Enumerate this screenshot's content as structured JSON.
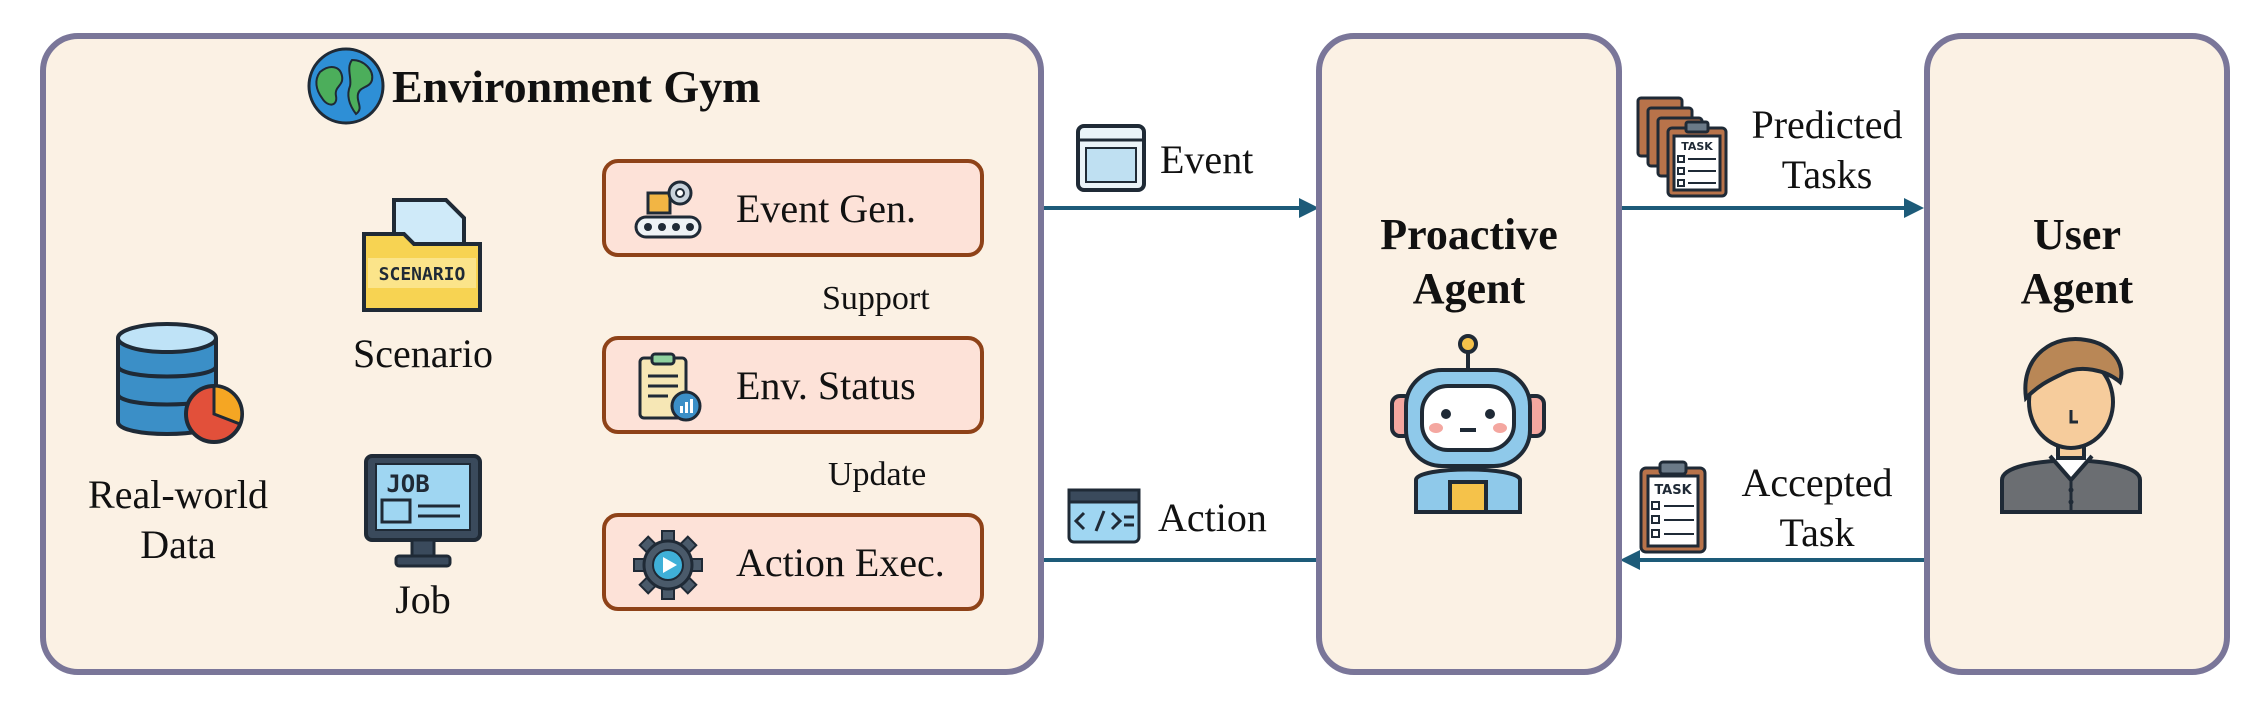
{
  "gym": {
    "title": "Environment Gym",
    "source_label_line1": "Real-world",
    "source_label_line2": "Data",
    "scenario_label": "Scenario",
    "job_label": "Job",
    "scenario_icon_text": "SCENARIO",
    "job_icon_text": "JOB",
    "nodes": {
      "event_gen": "Event Gen.",
      "env_status": "Env. Status",
      "action_exec": "Action Exec."
    },
    "support_label": "Support",
    "update_label": "Update"
  },
  "flows": {
    "event_label": "Event",
    "action_label": "Action",
    "predicted_line1": "Predicted",
    "predicted_line2": "Tasks",
    "accepted_line1": "Accepted",
    "accepted_line2": "Task",
    "task_icon_text": "TASK"
  },
  "proactive": {
    "line1": "Proactive",
    "line2": "Agent"
  },
  "user": {
    "line1": "User",
    "line2": "Agent"
  },
  "colors": {
    "panel_bg": "#fbf1e4",
    "panel_border": "#7a7699",
    "node_bg": "#fde2d8",
    "node_border": "#8e4218",
    "arrow": "#1d5b79"
  },
  "icons": {
    "title": "globe-icon",
    "source": "database-chart-icon",
    "scenario": "scenario-folder-icon",
    "job": "job-monitor-icon",
    "event_gen": "conveyor-gear-icon",
    "env_status": "clipboard-chart-icon",
    "action_exec": "gear-play-icon",
    "event": "window-icon",
    "action": "code-window-icon",
    "predicted": "task-stack-icon",
    "accepted": "task-clipboard-icon",
    "proactive": "robot-icon",
    "user": "user-avatar-icon"
  }
}
